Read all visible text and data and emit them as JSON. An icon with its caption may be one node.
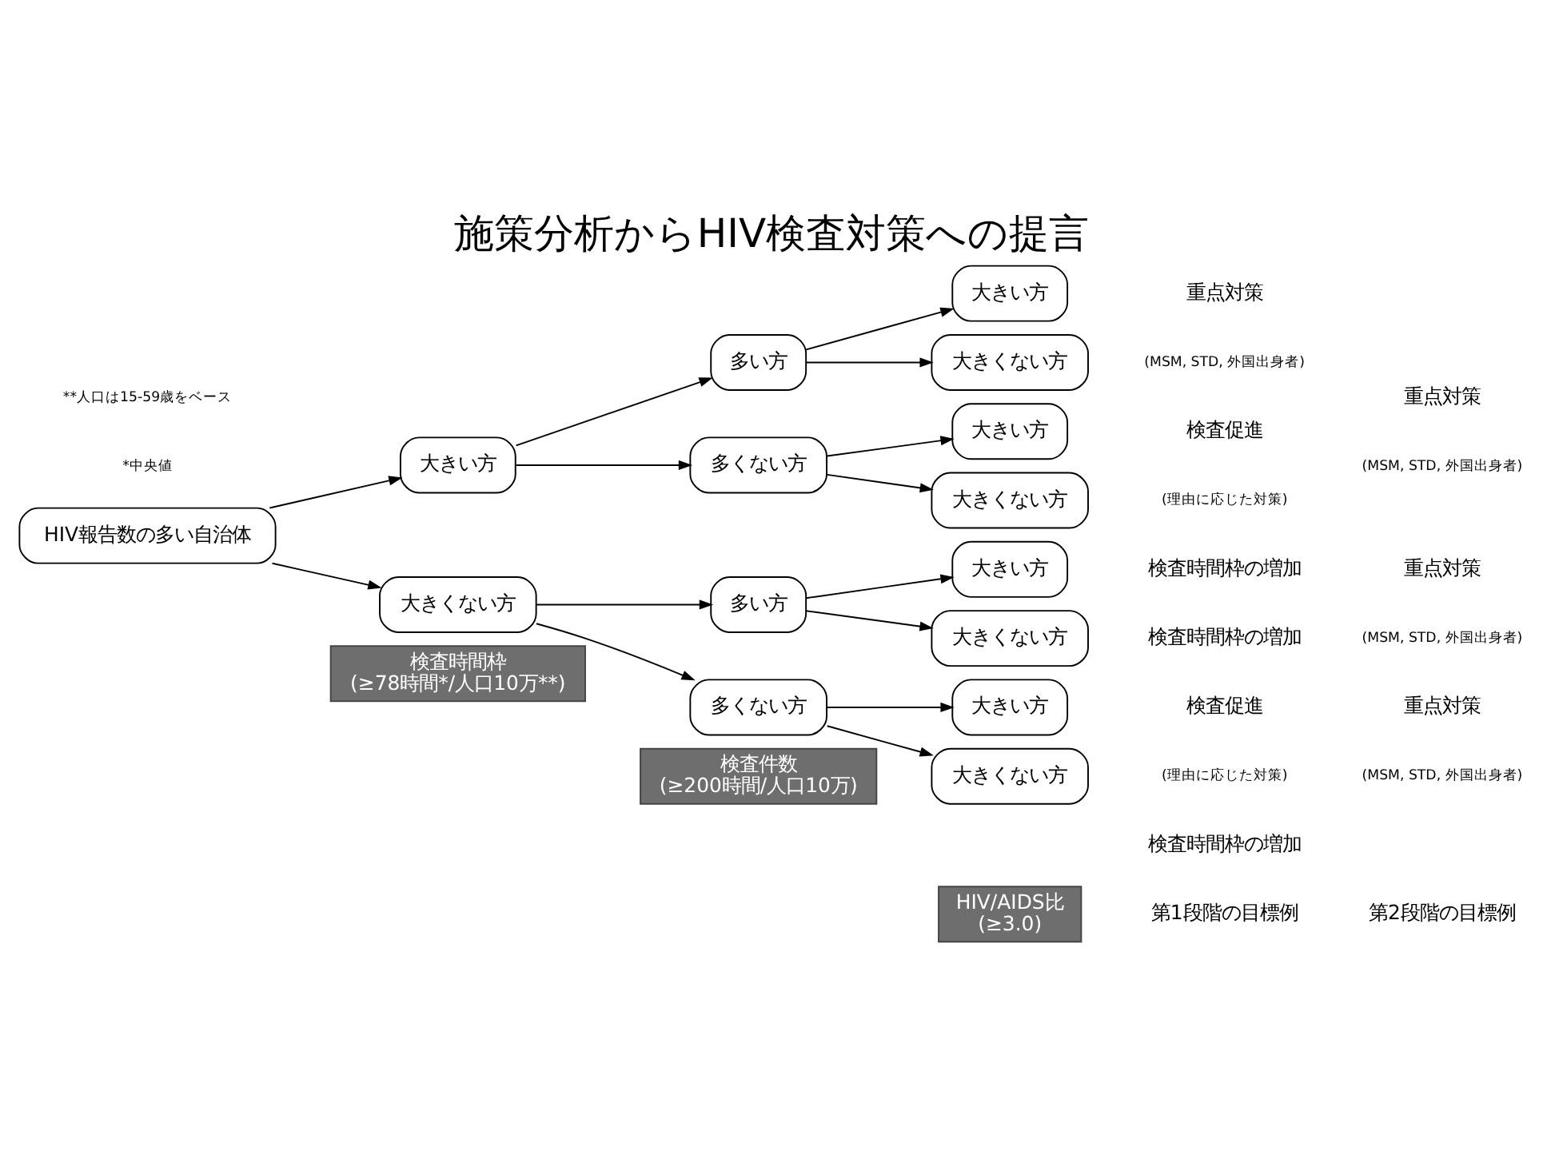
{
  "diagram": {
    "title": "施策分析からHIV検査対策への提言",
    "nodes": [
      {
        "text": [
          "検査時間枠",
          "(≥78時間*/人口10万**)"
        ]
      },
      {
        "text": [
          "検査件数",
          "(≥200時間/人口10万)"
        ]
      },
      {
        "text": [
          "HIV/AIDS比",
          "(≥3.0)"
        ]
      },
      {
        "text": [
          "HIV報告数の多い自治体"
        ]
      },
      {
        "text": [
          "大きい方"
        ]
      },
      {
        "text": [
          "多い方"
        ]
      },
      {
        "text": [
          "大きい方"
        ]
      },
      {
        "text": [
          "大きくない方"
        ]
      },
      {
        "text": [
          "多くない方"
        ]
      },
      {
        "text": [
          "大きい方"
        ]
      },
      {
        "text": [
          "大きくない方"
        ]
      },
      {
        "text": [
          "大きくない方"
        ]
      },
      {
        "text": [
          "多い方"
        ]
      },
      {
        "text": [
          "大きい方"
        ]
      },
      {
        "text": [
          "大きくない方"
        ]
      },
      {
        "text": [
          "多くない方"
        ]
      },
      {
        "text": [
          "大きい方"
        ]
      },
      {
        "text": [
          "大きくない方"
        ]
      }
    ],
    "edges": [
      {
        "from": 3,
        "to": 4,
        "arrow": "to"
      },
      {
        "from": 3,
        "to": 11,
        "arrow": "to"
      },
      {
        "from": 4,
        "to": 5,
        "arrow": "to"
      },
      {
        "from": 4,
        "to": 8,
        "arrow": "to"
      },
      {
        "from": 5,
        "to": 6,
        "arrow": "to"
      },
      {
        "from": 5,
        "to": 7,
        "arrow": "to"
      },
      {
        "from": 8,
        "to": 9,
        "arrow": "to"
      },
      {
        "from": 8,
        "to": 10,
        "arrow": "to"
      },
      {
        "from": 11,
        "to": 12,
        "arrow": "to"
      },
      {
        "from": 11,
        "to": 15,
        "arrow": "to"
      },
      {
        "from": 12,
        "to": 13,
        "arrow": "to"
      },
      {
        "from": 12,
        "to": 14,
        "arrow": "to"
      },
      {
        "from": 15,
        "to": 16,
        "arrow": "to"
      },
      {
        "from": 15,
        "to": 17,
        "arrow": "to"
      }
    ],
    "labels": [
      "*中央値",
      "**人口は15-59歳をベース",
      "第1段階の目標例",
      "第2段階の目標例",
      "重点対策",
      "(MSM, STD, 外国出身者)",
      "検査促進",
      "(理由に応じた対策)",
      "重点対策",
      "(MSM, STD, 外国出身者)",
      "検査時間枠の増加",
      "検査時間枠の増加",
      "重点対策",
      "(MSM, STD, 外国出身者)",
      "検査促進",
      "(理由に応じた対策)",
      "重点対策",
      "(MSM, STD, 外国出身者)",
      "検査時間枠の増加"
    ]
  }
}
